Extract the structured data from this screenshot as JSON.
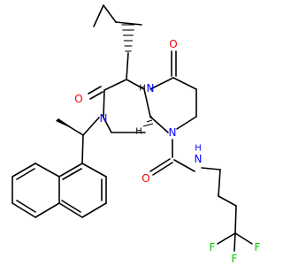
{
  "atoms": {
    "O1": {
      "text": "O",
      "color": "#ff0000"
    },
    "O2": {
      "text": "O",
      "color": "#ff0000"
    },
    "O3": {
      "text": "O",
      "color": "#ff0000"
    },
    "N1": {
      "text": "N",
      "color": "#0000ff"
    },
    "N2": {
      "text": "N",
      "color": "#0000ff"
    },
    "N3": {
      "text": "N",
      "color": "#0000ff"
    },
    "N4": {
      "text": "N",
      "color": "#0000ff"
    },
    "H4": {
      "text": "H",
      "color": "#0000ff"
    },
    "F1": {
      "text": "F",
      "color": "#00cc00"
    },
    "F2": {
      "text": "F",
      "color": "#00cc00"
    },
    "F3": {
      "text": "F",
      "color": "#00cc00"
    },
    "H1": {
      "text": "H",
      "color": "#000000"
    },
    "H2": {
      "text": "H",
      "color": "#000000"
    }
  }
}
